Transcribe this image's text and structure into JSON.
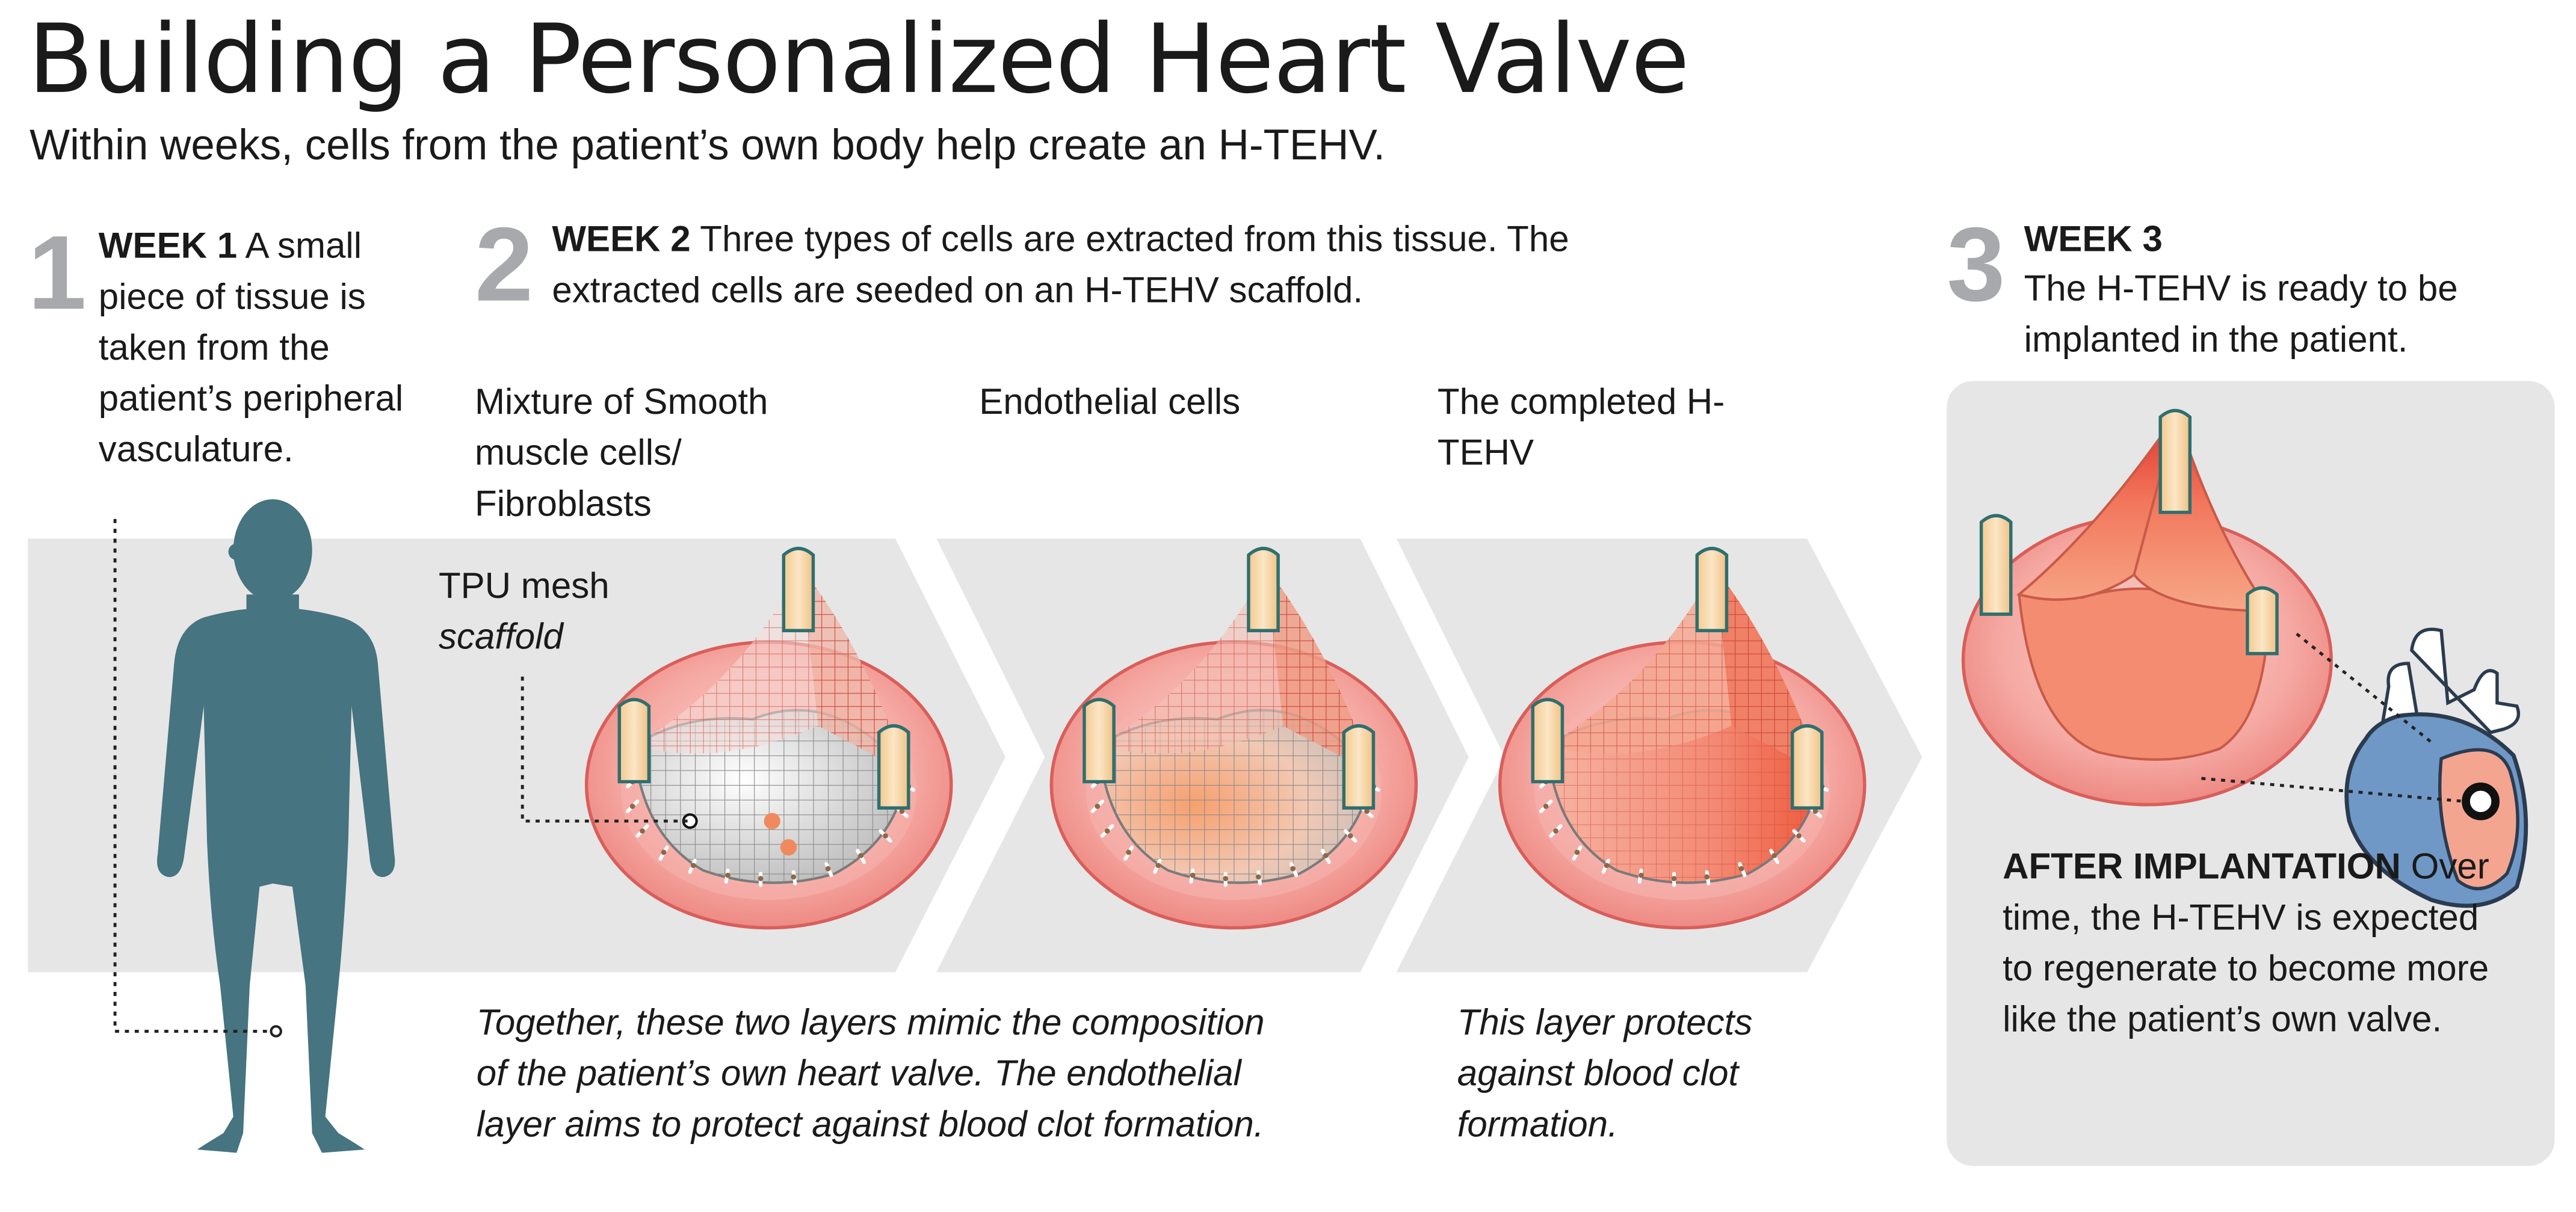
{
  "title": "Building a Personalized Heart Valve",
  "subtitle": "Within weeks, cells from the patient’s own body help create an H-TEHV.",
  "steps": [
    {
      "number": "1",
      "heading": "WEEK 1",
      "text": "A small piece of tissue is taken from the patient’s peripheral vasculature."
    },
    {
      "number": "2",
      "heading": "WEEK 2",
      "text": "Three types of cells are extracted from this tissue. The extracted cells are seeded on an H-TEHV scaffold."
    },
    {
      "number": "3",
      "heading": "WEEK 3",
      "text": "The H-TEHV is ready to be implanted in the patient."
    }
  ],
  "stage_labels": {
    "smc": "Mixture of Smooth muscle cells/ Fibroblasts",
    "endothelial": "Endothelial cells",
    "completed": "The completed H-TEHV"
  },
  "scaffold_label": {
    "line1": "TPU mesh",
    "line2": "scaffold"
  },
  "captions": {
    "two_layers": "Together, these two layers mimic the composition of the patient’s own heart valve. The endothelial layer aims to protect against blood clot formation.",
    "this_layer": "This layer protects against blood clot formation."
  },
  "after": {
    "heading": "AFTER IMPLANTATION",
    "text": "Over time, the H-TEHV is expected to regenerate to become more like the patient’s own valve."
  },
  "colors": {
    "figure": "#467480",
    "band": "#e6e6e6",
    "ring": "#f29a96",
    "post": "#f7d6a6",
    "leaflet": "#f07a5e",
    "heart_blue": "#6f98c6"
  }
}
